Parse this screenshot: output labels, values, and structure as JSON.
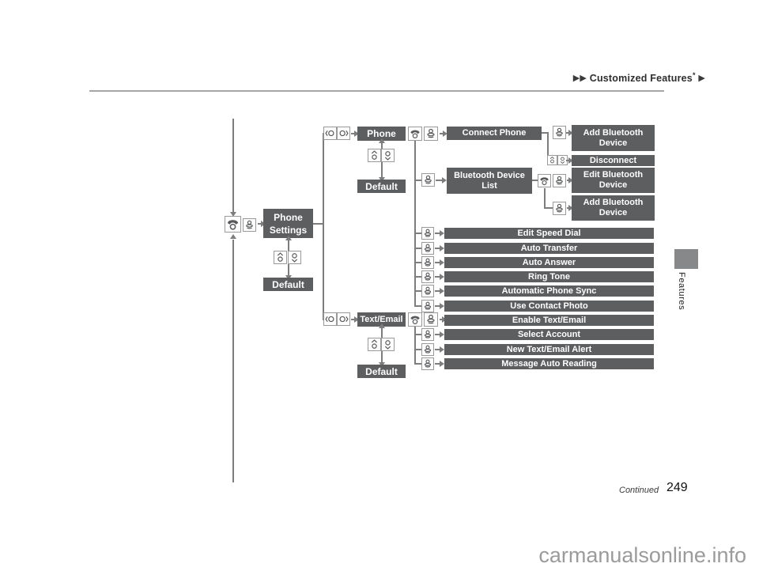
{
  "header": {
    "arrows_prefix": "▶▶",
    "title": "Customized Features",
    "asterisk": "*",
    "arrow_suffix": "▶"
  },
  "side_tab": {
    "label": "Features"
  },
  "footer": {
    "continued": "Continued",
    "page_number": "249"
  },
  "watermark": {
    "text": "carmanualsonline.info"
  },
  "colors": {
    "node_fill": "#5d5e60",
    "node_text": "#ffffff",
    "connector": "#7d7d7d",
    "tab_fill": "#87888a",
    "watermark_text": "#9b9b9b"
  },
  "icons": {
    "phone_button": "pick-up-phone-button",
    "enter_button": "enter-knob-button",
    "tilt_up": "toggle-up",
    "tilt_down": "toggle-down",
    "rotate_left": "rotate-selector-left",
    "rotate_right": "rotate-selector-right"
  },
  "diagram": {
    "root": {
      "label": "Phone Settings"
    },
    "root_default": {
      "label": "Default"
    },
    "phone": {
      "label": "Phone"
    },
    "phone_default": {
      "label": "Default"
    },
    "text_email": {
      "label": "Text/Email"
    },
    "text_email_default": {
      "label": "Default"
    },
    "connect_phone": {
      "label": "Connect Phone"
    },
    "bluetooth_device_list": {
      "label": "Bluetooth Device List"
    },
    "connect_phone_children": {
      "add_bluetooth_device": {
        "label": "Add Bluetooth Device"
      },
      "disconnect": {
        "label": "Disconnect"
      }
    },
    "bluetooth_list_children": {
      "edit_bluetooth_device": {
        "label": "Edit Bluetooth Device"
      },
      "add_bluetooth_device": {
        "label": "Add Bluetooth Device"
      }
    },
    "phone_items": [
      "Edit Speed Dial",
      "Auto Transfer",
      "Auto Answer",
      "Ring Tone",
      "Automatic Phone Sync",
      "Use Contact Photo"
    ],
    "text_email_items": [
      "Enable Text/Email",
      "Select Account",
      "New Text/Email Alert",
      "Message Auto Reading"
    ]
  }
}
